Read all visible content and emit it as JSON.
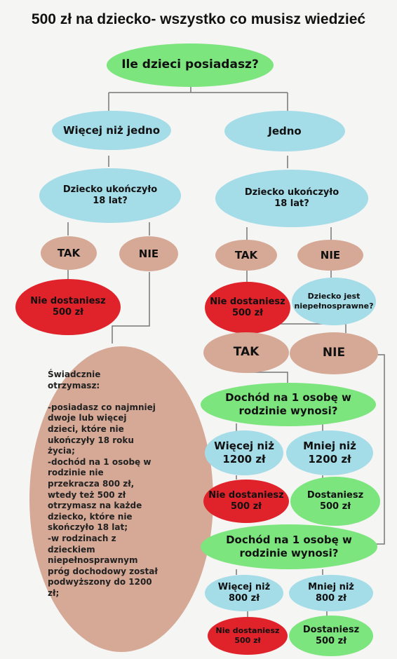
{
  "title": "500  zł na dziecko- wszystko co musisz wiedzieć",
  "nodes": {
    "q_children": "Ile dzieci posiadasz?",
    "more_than_one": "Więcej niż jedno",
    "one": "Jedno",
    "left_age_q": "Dziecko ukończyło\n18 lat?",
    "right_age_q": "Dziecko ukończyło\n18 lat?",
    "left_yes": "TAK",
    "left_no": "NIE",
    "right_yes": "TAK",
    "right_no": "NIE",
    "left_no_benefit": "Nie dostaniesz\n500 zł",
    "right_no_benefit": "Nie dostaniesz\n500 zł",
    "disabled_q": "Dziecko jest\nniepełnosprawne?",
    "disabled_yes": "TAK",
    "disabled_no": "NIE",
    "income_q_1": "Dochód na 1 osobę w\nrodzinie wynosi?",
    "more_1200": "Więcej niż\n1200 zł",
    "less_1200": "Mniej niż\n1200 zł",
    "no_benefit_1200": "Nie dostaniesz\n500 zł",
    "benefit_1200": "Dostaniesz\n500 zł",
    "income_q_2": "Dochód na 1 osobę w\nrodzinie wynosi?",
    "more_800": "Więcej niż\n800 zł",
    "less_800": "Mniej niż\n800 zł",
    "no_benefit_800": "Nie dostaniesz\n500 zł",
    "benefit_800": "Dostaniesz\n500 zł"
  },
  "info_text": "Świadcznie\notrzymasz:\n\n-posiadasz co najmniej\ndwoje lub więcej\ndzieci, które nie\nukończyły 18 roku\nżycia;\n-dochód na 1 osobę w\nrodzinie nie\nprzekracza 800 zł,\nwtedy też 500 zł\notrzymasz na każde\ndziecko, które nie\nskończyło 18 lat;\n-w rodzinach z\ndzieckiem\nniepełnosprawnym\npróg dochodowy został\npodwyższony do 1200\nzł;",
  "colors": {
    "question": "#7de57e",
    "option": "#a4dce8",
    "answer": "#d6a996",
    "no_benefit": "#e0222a",
    "connector": "#777777"
  }
}
